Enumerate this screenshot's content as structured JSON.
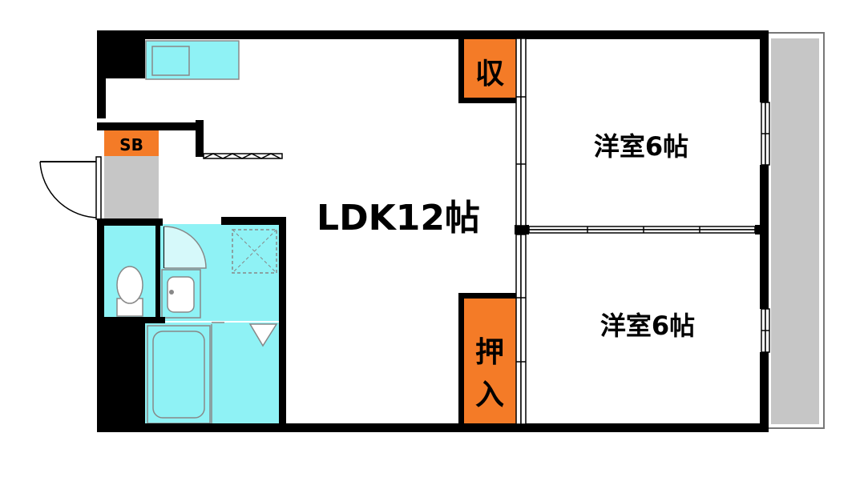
{
  "rooms": {
    "ldk": "LDK12帖",
    "western1": "洋室6帖",
    "western2": "洋室6帖"
  },
  "storage": {
    "closet": "収",
    "oshiire_1": "押",
    "oshiire_2": "入",
    "shoebox": "SB"
  },
  "colors": {
    "wall": "#000000",
    "fixture": "#8ff2f5",
    "storage": "#f47b27",
    "balcony": "#c6c6c6",
    "entrance": "#c6c6c6"
  }
}
